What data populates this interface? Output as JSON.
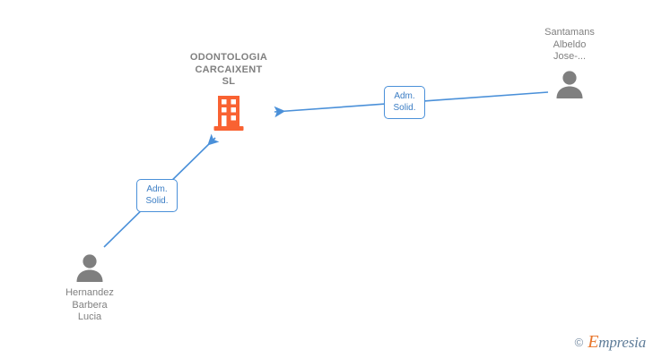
{
  "diagram": {
    "type": "org-relationship-graph",
    "background_color": "#ffffff",
    "company": {
      "name": "ODONTOLOGIA\nCARCAIXENT\nSL",
      "icon": "building-icon",
      "icon_color": "#f96232",
      "label_color": "#808080"
    },
    "persons": [
      {
        "id": "person-top-right",
        "name": "Santamans\nAlbeldo\nJose-...",
        "icon": "person-icon",
        "icon_color": "#7f7f7f",
        "label_color": "#808080"
      },
      {
        "id": "person-bottom-left",
        "name": "Hernandez\nBarbera\nLucia",
        "icon": "person-icon",
        "icon_color": "#7f7f7f",
        "label_color": "#808080"
      }
    ],
    "edges": [
      {
        "id": "edge-top",
        "from": "person-top-right",
        "to": "company",
        "label": "Adm.\nSolid.",
        "color": "#4a90d9",
        "arrow": "left"
      },
      {
        "id": "edge-bottom",
        "from": "person-bottom-left",
        "to": "company",
        "label": "Adm.\nSolid.",
        "color": "#4a90d9",
        "arrow": "up-right"
      }
    ]
  },
  "watermark": {
    "copyright_symbol": "©",
    "brand_initial": "E",
    "brand_rest": "mpresia",
    "brand_color": "#5f7d99",
    "accent_color": "#e8762c"
  }
}
